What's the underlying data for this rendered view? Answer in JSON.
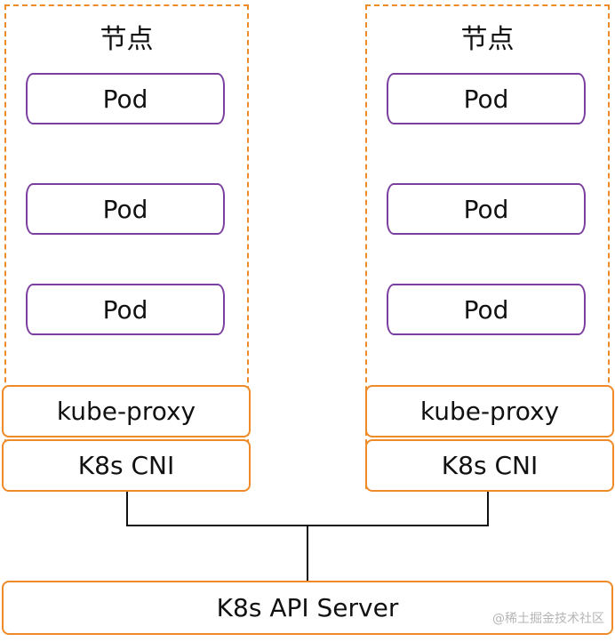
{
  "nodes": [
    {
      "title": "节点",
      "pods": [
        "Pod",
        "Pod",
        "Pod"
      ],
      "proxy_label": "kube-proxy",
      "cni_label": "K8s CNI"
    },
    {
      "title": "节点",
      "pods": [
        "Pod",
        "Pod",
        "Pod"
      ],
      "proxy_label": "kube-proxy",
      "cni_label": "K8s CNI"
    }
  ],
  "api_server": {
    "label": "K8s API Server"
  },
  "watermark": "@稀土掘金技术社区",
  "colors": {
    "node_border": "#ee8a27",
    "pod_border": "#7b3fa0",
    "connector": "#111111"
  }
}
